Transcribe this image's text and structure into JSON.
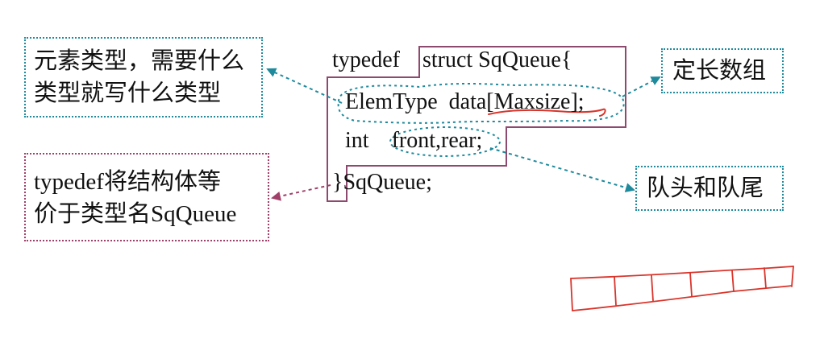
{
  "callouts": {
    "element_type": {
      "line1": "元素类型，需要什么",
      "line2": "类型就写什么类型"
    },
    "typedef_note": {
      "line1": "typedef将结构体等",
      "line2": "价于类型名SqQueue"
    },
    "fixed_array": "定长数组",
    "front_rear": "队头和队尾"
  },
  "code": {
    "typedef_kw": "typedef",
    "struct_decl": "struct SqQueue{",
    "elem_type": "ElemType",
    "data_decl": "data[Maxsize];",
    "int_kw": "int",
    "front_rear_decl": "front,rear;",
    "closing": "}SqQueue;"
  },
  "colors": {
    "teal": "#1f8a9c",
    "maroon": "#a04068",
    "struct_outline": "#8e4a6e",
    "handwriting_red": "#d9342b"
  }
}
